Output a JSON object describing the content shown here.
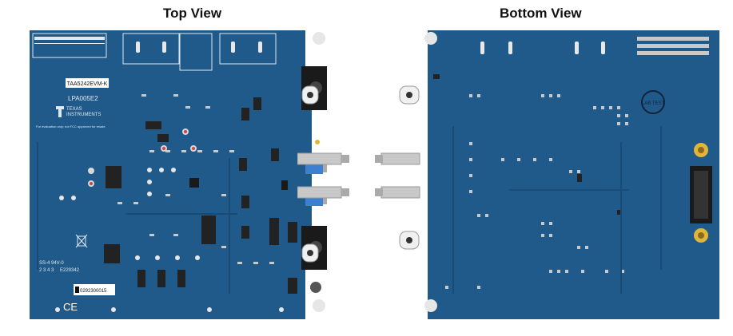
{
  "views": {
    "top_title": "Top View",
    "bottom_title": "Bottom View"
  },
  "top_board": {
    "board_name": "TAA5242EVM-K",
    "board_rev": "LPA005E2",
    "brand_line1": "TEXAS",
    "brand_line2": "INSTRUMENTS",
    "notice": "For evaluation only; not FCC approved for resale.",
    "ul_mark": "SS-4  94V-0",
    "ul_code": "E229342",
    "date_code": "2 3 4 3",
    "serial": "0292300015",
    "ce_mark": "CE"
  },
  "bottom_board": {
    "stamp": "LAB TEST"
  },
  "colors": {
    "pcb": "#1f5a8a",
    "pcb_dark": "#184b76",
    "silk": "#dfe8f0",
    "pad": "#c9c9c9",
    "header": "#222222",
    "knob": "#3d7fd0"
  }
}
